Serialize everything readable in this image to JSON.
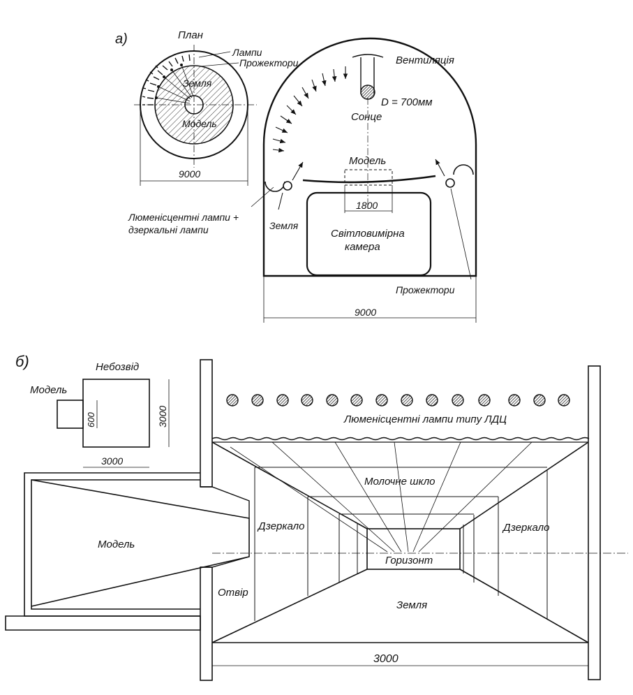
{
  "part_a": {
    "label": "а)",
    "plan_title": "План",
    "plan_labels": {
      "lamps": "Лампи",
      "projectors": "Прожектори",
      "earth": "Земля",
      "model": "Модель",
      "dimension": "9000"
    },
    "section_labels": {
      "ventilation": "Вентиляція",
      "diameter": "D = 700мм",
      "sun": "Сонце",
      "model": "Модель",
      "model_width": "1800",
      "fluorescent_line1": "Люменісцентні лампи +",
      "fluorescent_line2": "дзеркальні лампи",
      "earth": "Земля",
      "camera_line1": "Світловимірна",
      "camera_line2": "камера",
      "projectors": "Прожектори",
      "width": "9000"
    }
  },
  "part_b": {
    "label": "б)",
    "sky_title": "Небозвід",
    "small_model": "Модель",
    "dim_600": "600",
    "dim_3000_v": "3000",
    "dim_3000_h": "3000",
    "lamps": "Люменісцентні лампи типу ЛДЦ",
    "milk_glass": "Молочне шкло",
    "mirror_left": "Дзеркало",
    "mirror_right": "Дзеркало",
    "horizon": "Горизонт",
    "model": "Модель",
    "opening": "Отвір",
    "earth": "Земля",
    "bottom_dim": "3000"
  },
  "colors": {
    "ink": "#111111",
    "paper": "#ffffff"
  }
}
